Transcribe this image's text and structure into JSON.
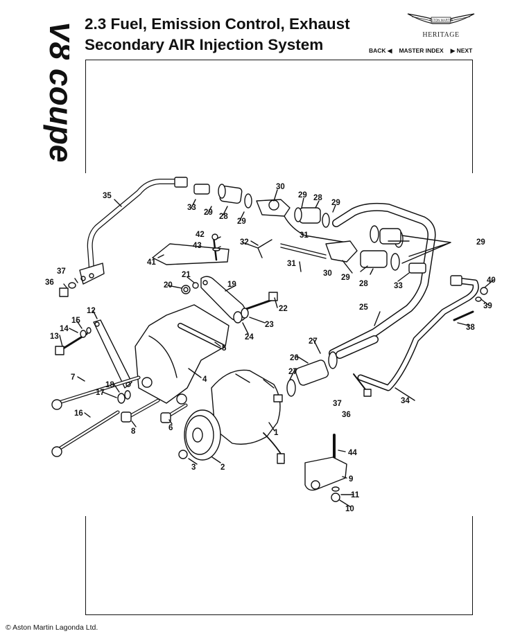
{
  "section": {
    "title_line1": "2.3 Fuel, Emission Control, Exhaust",
    "title_line2": "Secondary AIR Injection System"
  },
  "brand": {
    "side_logo": "V8 coupe",
    "logo": "ASTON MARTIN",
    "heritage": "HERITAGE"
  },
  "nav": {
    "back": "BACK ◀",
    "master_index": "MASTER INDEX",
    "next": "▶ NEXT"
  },
  "diagram": {
    "callouts": [
      "35",
      "33",
      "29",
      "28",
      "29",
      "30",
      "29",
      "28",
      "29",
      "29",
      "32",
      "31",
      "31",
      "42",
      "43",
      "41",
      "30",
      "29",
      "28",
      "33",
      "37",
      "36",
      "20",
      "21",
      "19",
      "22",
      "23",
      "24",
      "5",
      "4",
      "12",
      "15",
      "14",
      "13",
      "7",
      "18",
      "17",
      "16",
      "8",
      "6",
      "3",
      "2",
      "1",
      "27",
      "26",
      "27",
      "37",
      "36",
      "34",
      "25",
      "40",
      "39",
      "38",
      "44",
      "9",
      "11",
      "10"
    ]
  },
  "footer": {
    "copyright": "© Aston Martin Lagonda Ltd."
  }
}
